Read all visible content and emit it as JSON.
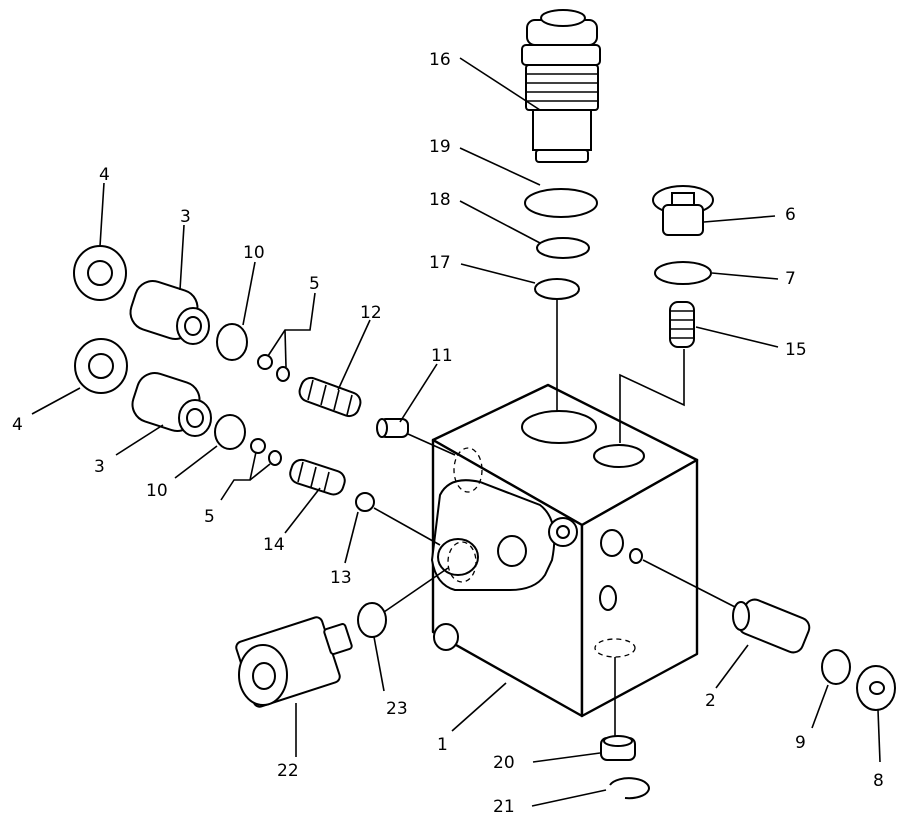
{
  "callouts": {
    "c1": "1",
    "c2": "2",
    "c3a": "3",
    "c3b": "3",
    "c4a": "4",
    "c4b": "4",
    "c5a": "5",
    "c5b": "5",
    "c6": "6",
    "c7": "7",
    "c8": "8",
    "c9": "9",
    "c10a": "10",
    "c10b": "10",
    "c11": "11",
    "c12": "12",
    "c13": "13",
    "c14": "14",
    "c15": "15",
    "c16": "16",
    "c17": "17",
    "c18": "18",
    "c19": "19",
    "c20": "20",
    "c21": "21",
    "c22": "22",
    "c23": "23"
  }
}
